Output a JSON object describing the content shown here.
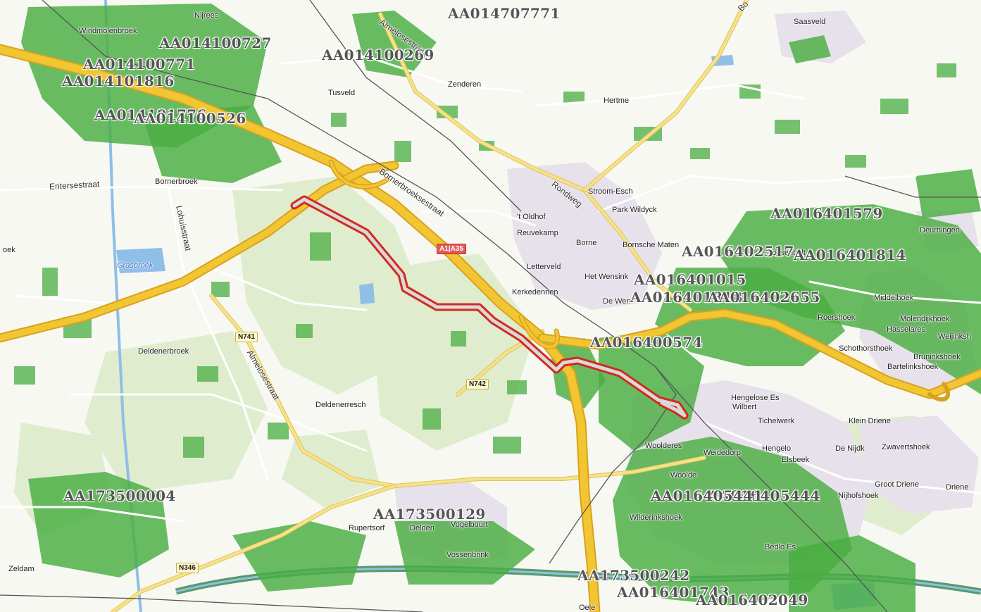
{
  "map": {
    "colors": {
      "background": "#f7f8f2",
      "farmland": "#eef3e3",
      "nature": "#dfeccd",
      "vegetation": "#49ad42",
      "vegetation_dark": "#2e8f2c",
      "urban": "#e6e1ea",
      "water": "#8fbfe8",
      "motorway": "#f2c533",
      "motorway_edge": "#d9a21c",
      "main_road": "#f7e28a",
      "minor_road": "#ffffff",
      "railway": "#555555",
      "route_outline": "#d32a1e",
      "route_fill": "#d9d9d9"
    },
    "places": [
      {
        "name": "Nijrees"
      },
      {
        "name": "Windmolenbroek"
      },
      {
        "name": "Tusveld"
      },
      {
        "name": "Zenderen"
      },
      {
        "name": "Saasveld"
      },
      {
        "name": "Hertme"
      },
      {
        "name": "Bornerbroek"
      },
      {
        "name": "Stroom-Esch"
      },
      {
        "name": "Park Wildyck"
      },
      {
        "name": "'t Oldhof"
      },
      {
        "name": "Reuvekamp"
      },
      {
        "name": "Borne"
      },
      {
        "name": "Bornsche Maten"
      },
      {
        "name": "Letterveld"
      },
      {
        "name": "Het Wensink"
      },
      {
        "name": "Kerkedennen"
      },
      {
        "name": "De Wen"
      },
      {
        "name": "Vossenbelt"
      },
      {
        "name": "Deurningen"
      },
      {
        "name": "Middelhoek"
      },
      {
        "name": "Roershoek"
      },
      {
        "name": "Molendijkhoek"
      },
      {
        "name": "Hasselares"
      },
      {
        "name": "Weijinksh"
      },
      {
        "name": "Schothorsthoek"
      },
      {
        "name": "Bruninkshoek"
      },
      {
        "name": "Bartelinkshoek"
      },
      {
        "name": "Grasbroek"
      },
      {
        "name": "Deldenerbroek"
      },
      {
        "name": "Deldenerresch"
      },
      {
        "name": "Hengelose Es"
      },
      {
        "name": "Wilbert"
      },
      {
        "name": "Tichelwerk"
      },
      {
        "name": "Klein Driene"
      },
      {
        "name": "Woolderes"
      },
      {
        "name": "Weidedorp"
      },
      {
        "name": "Hengelo"
      },
      {
        "name": "Elsbeek"
      },
      {
        "name": "De Nijdk"
      },
      {
        "name": "Zwavertshoek"
      },
      {
        "name": "Woolde"
      },
      {
        "name": "Groot Driene"
      },
      {
        "name": "Driene"
      },
      {
        "name": "Nijhofshoek"
      },
      {
        "name": "Wilderinkshoek"
      },
      {
        "name": "Rupertsorf"
      },
      {
        "name": "Delden"
      },
      {
        "name": "Vogelbuurt"
      },
      {
        "name": "Vossenbrink"
      },
      {
        "name": "Bedlo Es"
      },
      {
        "name": "Zeldam"
      },
      {
        "name": "Oele"
      },
      {
        "name": "oek"
      }
    ],
    "streets": [
      {
        "name": "Almelosestraat"
      },
      {
        "name": "Bornerbroeksestraat"
      },
      {
        "name": "Rondweg"
      },
      {
        "name": "Entersestraat"
      },
      {
        "name": "Lohuisstraat"
      },
      {
        "name": "Almelosestraat"
      },
      {
        "name": "Bo"
      }
    ],
    "road_shields": [
      {
        "label": "A1|A35",
        "kind": "motorway"
      },
      {
        "label": "N741",
        "kind": "provincial"
      },
      {
        "label": "N742",
        "kind": "provincial"
      },
      {
        "label": "N346",
        "kind": "provincial"
      }
    ],
    "parcel_labels": [
      {
        "text": "AA014707771"
      },
      {
        "text": "AA014100727"
      },
      {
        "text": "AA014100269"
      },
      {
        "text": "AA014100771"
      },
      {
        "text": "AA014101816"
      },
      {
        "text": "AA014101776"
      },
      {
        "text": "AA014100526"
      },
      {
        "text": "AA016401579"
      },
      {
        "text": "AA016402517"
      },
      {
        "text": "AA016401814"
      },
      {
        "text": "AA016401015"
      },
      {
        "text": "AA016401818"
      },
      {
        "text": "AA016402655"
      },
      {
        "text": "AA016400574"
      },
      {
        "text": "AA173500004"
      },
      {
        "text": "AA173500129"
      },
      {
        "text": "AA016405444"
      },
      {
        "text": "AA016405441"
      },
      {
        "text": "AA173500242"
      },
      {
        "text": "AA016401743"
      },
      {
        "text": "AA016402049"
      }
    ]
  }
}
